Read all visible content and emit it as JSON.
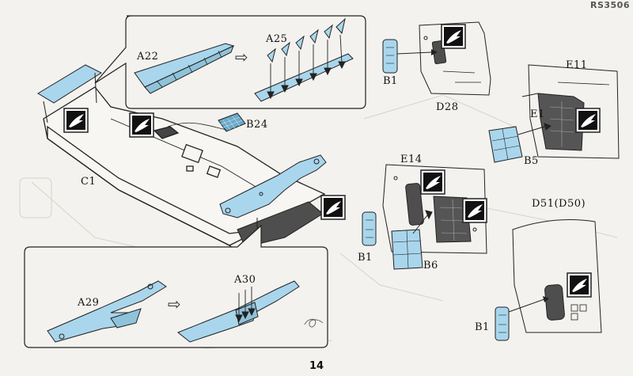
{
  "header": {
    "code": "RS3506"
  },
  "footer": {
    "page_number": "14"
  },
  "labels": {
    "a22": "A22",
    "a25": "A25",
    "b24": "B24",
    "c1": "C1",
    "b1_top": "B1",
    "d28": "D28",
    "e11": "E11",
    "e1": "E1",
    "b5": "B5",
    "e14": "E14",
    "b1_mid": "B1",
    "b6": "B6",
    "d51": "D51(D50)",
    "b1_bottom": "B1",
    "a29": "A29",
    "a30": "A30"
  },
  "arrows": {
    "step": "⇨"
  },
  "colors": {
    "etch": "#a9d6ec",
    "etch_dark": "#4e4e4e",
    "line": "#222222",
    "background": "#f4f2ee"
  },
  "icons": [
    "photo-etch-symbol-icon",
    "step-arrow-icon"
  ]
}
